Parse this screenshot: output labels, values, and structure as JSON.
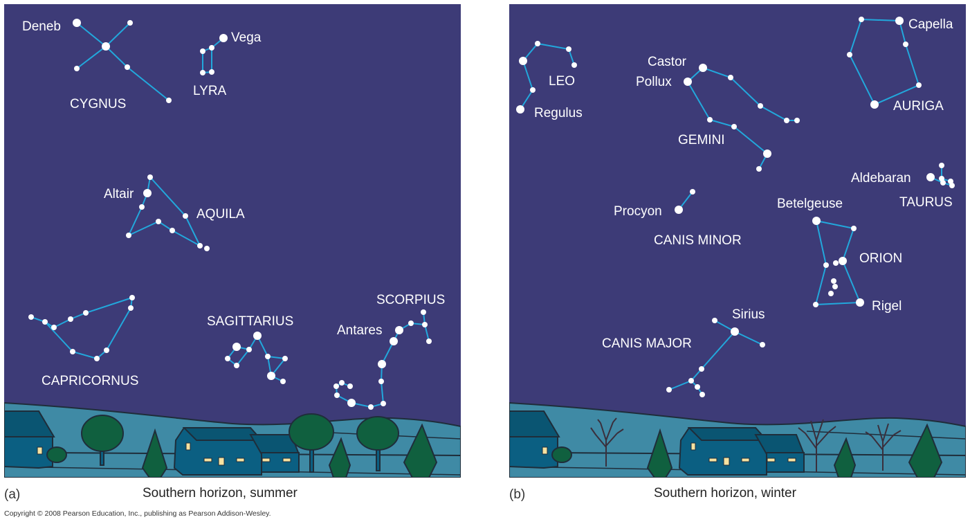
{
  "colors": {
    "sky": "#3d3b77",
    "line": "#22a8dc",
    "star": "#ffffff",
    "ground": "#3f8aa5",
    "house": "#0b5f82",
    "roof": "#0a5572",
    "window": "#f7e2a0",
    "tree": "#10603f",
    "outline": "#1f2d3a",
    "bare_tree": "#3a2f3c"
  },
  "panels": [
    {
      "letter": "(a)",
      "title": "Southern horizon, summer",
      "season": "summer",
      "constellations": [
        {
          "name": "CYGNUS",
          "stars": [
            {
              "label": "Deneb"
            }
          ]
        },
        {
          "name": "LYRA",
          "stars": [
            {
              "label": "Vega"
            }
          ]
        },
        {
          "name": "AQUILA",
          "stars": [
            {
              "label": "Altair"
            }
          ]
        },
        {
          "name": "CAPRICORNUS",
          "stars": []
        },
        {
          "name": "SAGITTARIUS",
          "stars": []
        },
        {
          "name": "SCORPIUS",
          "stars": [
            {
              "label": "Antares"
            }
          ]
        }
      ]
    },
    {
      "letter": "(b)",
      "title": "Southern horizon, winter",
      "season": "winter",
      "constellations": [
        {
          "name": "LEO",
          "stars": [
            {
              "label": "Regulus"
            }
          ]
        },
        {
          "name": "GEMINI",
          "stars": [
            {
              "label": "Castor"
            },
            {
              "label": "Pollux"
            }
          ]
        },
        {
          "name": "AURIGA",
          "stars": [
            {
              "label": "Capella"
            }
          ]
        },
        {
          "name": "TAURUS",
          "stars": [
            {
              "label": "Aldebaran"
            }
          ]
        },
        {
          "name": "CANIS MINOR",
          "stars": [
            {
              "label": "Procyon"
            }
          ]
        },
        {
          "name": "ORION",
          "stars": [
            {
              "label": "Betelgeuse"
            },
            {
              "label": "Rigel"
            }
          ]
        },
        {
          "name": "CANIS MAJOR",
          "stars": [
            {
              "label": "Sirius"
            }
          ]
        }
      ]
    }
  ],
  "copyright": "Copyright © 2008 Pearson Education, Inc., publishing as Pearson Addison-Wesley."
}
